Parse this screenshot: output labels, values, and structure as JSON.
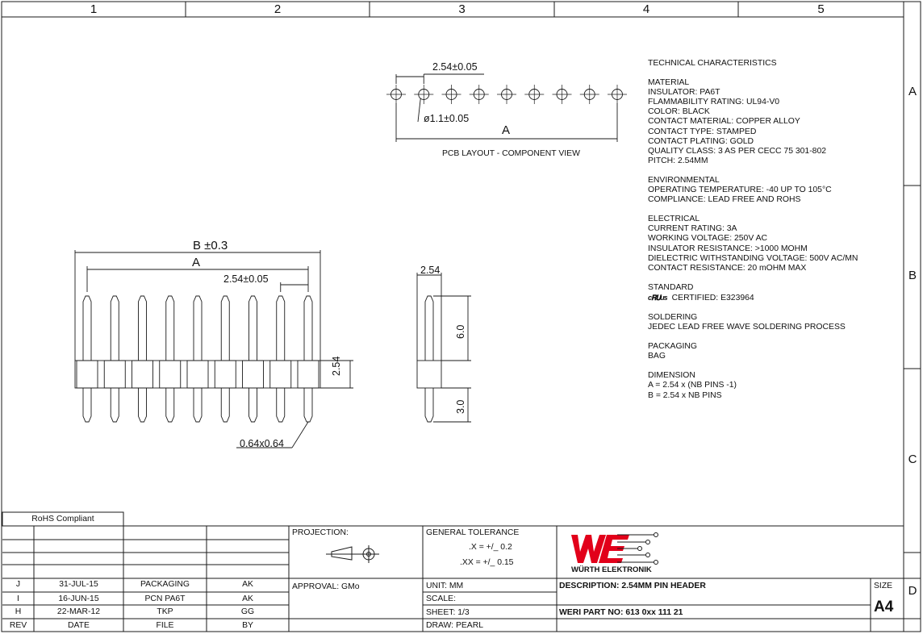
{
  "zones": {
    "columns": [
      "1",
      "2",
      "3",
      "4",
      "5"
    ],
    "rows": [
      "A",
      "B",
      "C",
      "D"
    ]
  },
  "pcb": {
    "pitch": "2.54±0.05",
    "hole": "ø1.1±0.05",
    "dim": "A",
    "caption": "PCB LAYOUT - COMPONENT VIEW"
  },
  "front": {
    "b_dim": "B ±0.3",
    "a_dim": "A",
    "pitch": "2.54±0.05",
    "height": "2.54",
    "pin": "0.64x0.64"
  },
  "side": {
    "width": "2.54",
    "upper": "6.0",
    "lower": "3.0"
  },
  "tech": {
    "heading": "TECHNICAL CHARACTERISTICS",
    "material": [
      "MATERIAL",
      "INSULATOR: PA6T",
      "FLAMMABILITY RATING: UL94-V0",
      "COLOR: BLACK",
      "CONTACT MATERIAL: COPPER ALLOY",
      "CONTACT TYPE: STAMPED",
      "CONTACT PLATING: GOLD",
      "QUALITY CLASS: 3 AS PER CECC 75 301-802",
      "PITCH: 2.54MM"
    ],
    "environmental": [
      "ENVIRONMENTAL",
      "OPERATING TEMPERATURE: -40 UP TO 105°C",
      "COMPLIANCE: LEAD FREE AND ROHS"
    ],
    "electrical": [
      "ELECTRICAL",
      "CURRENT RATING: 3A",
      "WORKING VOLTAGE: 250V AC",
      "INSULATOR RESISTANCE: >1000 MOHM",
      "DIELECTRIC WITHSTANDING VOLTAGE: 500V AC/MN",
      "CONTACT RESISTANCE: 20 mOHM MAX"
    ],
    "standard_title": "STANDARD",
    "ul_mark": "c𝐑𝐔us",
    "standard_cert": "CERTIFIED: E323964",
    "soldering": [
      "SOLDERING",
      "JEDEC LEAD FREE WAVE SOLDERING PROCESS"
    ],
    "packaging": [
      "PACKAGING",
      "BAG"
    ],
    "dimension": [
      "DIMENSION",
      "A = 2.54 x (NB PINS -1)",
      "B = 2.54 x NB PINS"
    ]
  },
  "title_block": {
    "rohs": "RoHS Compliant",
    "revisions": [
      {
        "rev": "J",
        "date": "31-JUL-15",
        "file": "PACKAGING",
        "by": "AK"
      },
      {
        "rev": "I",
        "date": "16-JUN-15",
        "file": "PCN PA6T",
        "by": "AK"
      },
      {
        "rev": "H",
        "date": "22-MAR-12",
        "file": "TKP",
        "by": "GG"
      }
    ],
    "headers": {
      "rev": "REV",
      "date": "DATE",
      "file": "FILE",
      "by": "BY"
    },
    "projection": "PROJECTION:",
    "general_tolerance": "GENERAL TOLERANCE",
    "tol_x": ".X = +/_ 0.2",
    "tol_xx": ".XX = +/_ 0.15",
    "approval": "APPROVAL: GMo",
    "unit": "UNIT: MM",
    "scale": "SCALE:",
    "sheet": "SHEET: 1/3",
    "draw": "DRAW: PEARL",
    "description": "DESCRIPTION: 2.54MM PIN HEADER",
    "part_no": "WERI PART NO: 613 0xx 111 21",
    "size_label": "SIZE",
    "size": "A4",
    "logo_text": "WÜRTH ELEKTRONIK",
    "logo_mark": "WE"
  },
  "colors": {
    "logo_red": "#e2001a",
    "line": "#1a1a1a"
  }
}
